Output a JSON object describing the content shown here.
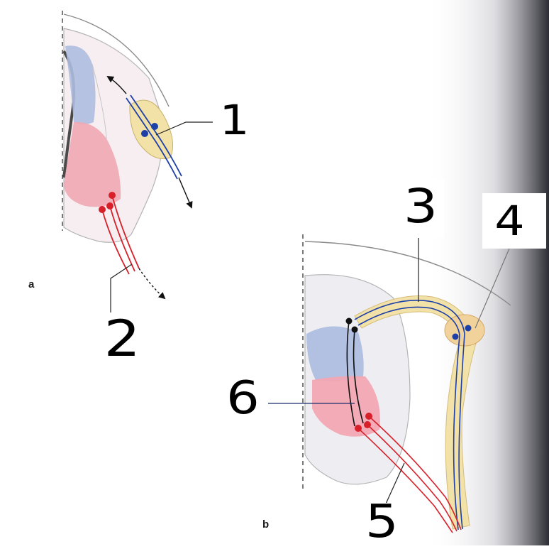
{
  "panels": {
    "a": "a",
    "b": "b"
  },
  "callouts": [
    "1",
    "2",
    "3",
    "4",
    "5",
    "6"
  ],
  "colors": {
    "sensory_blue": "#1d3fa8",
    "motor_red": "#d8202a",
    "dorsal_horn_fill": "#aebde0",
    "ventral_horn_fill": "#f1a7b3",
    "nerve_fill": "#f3e2a8",
    "cord_outline": "#9a9a9a",
    "background": "#ffffff"
  }
}
